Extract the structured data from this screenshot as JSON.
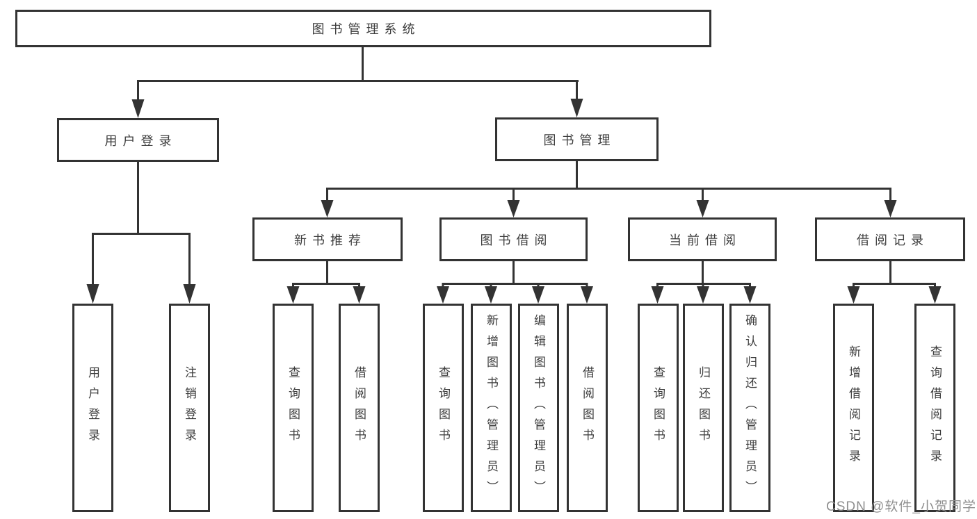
{
  "tree": {
    "root": {
      "label": "图书管理系统",
      "children": [
        {
          "label": "用户登录",
          "children": [
            {
              "label": "用户登录"
            },
            {
              "label": "注销登录"
            }
          ]
        },
        {
          "label": "图书管理",
          "children": [
            {
              "label": "新书推荐",
              "children": [
                {
                  "label": "查询图书"
                },
                {
                  "label": "借阅图书"
                }
              ]
            },
            {
              "label": "图书借阅",
              "children": [
                {
                  "label": "查询图书"
                },
                {
                  "label": "新增图书（管理员）"
                },
                {
                  "label": "编辑图书（管理员）"
                },
                {
                  "label": "借阅图书"
                }
              ]
            },
            {
              "label": "当前借阅",
              "children": [
                {
                  "label": "查询图书"
                },
                {
                  "label": "归还图书"
                },
                {
                  "label": "确认归还（管理员）"
                }
              ]
            },
            {
              "label": "借阅记录",
              "children": [
                {
                  "label": "新增借阅记录"
                },
                {
                  "label": "查询借阅记录"
                }
              ]
            }
          ]
        }
      ]
    }
  },
  "watermark": {
    "text": "CSDN @软件_小贺同学"
  },
  "colors": {
    "line": "#333333",
    "box_border": "#333333",
    "text": "#3d3d3d",
    "background": "#ffffff",
    "watermark": "#8f8f8f"
  }
}
